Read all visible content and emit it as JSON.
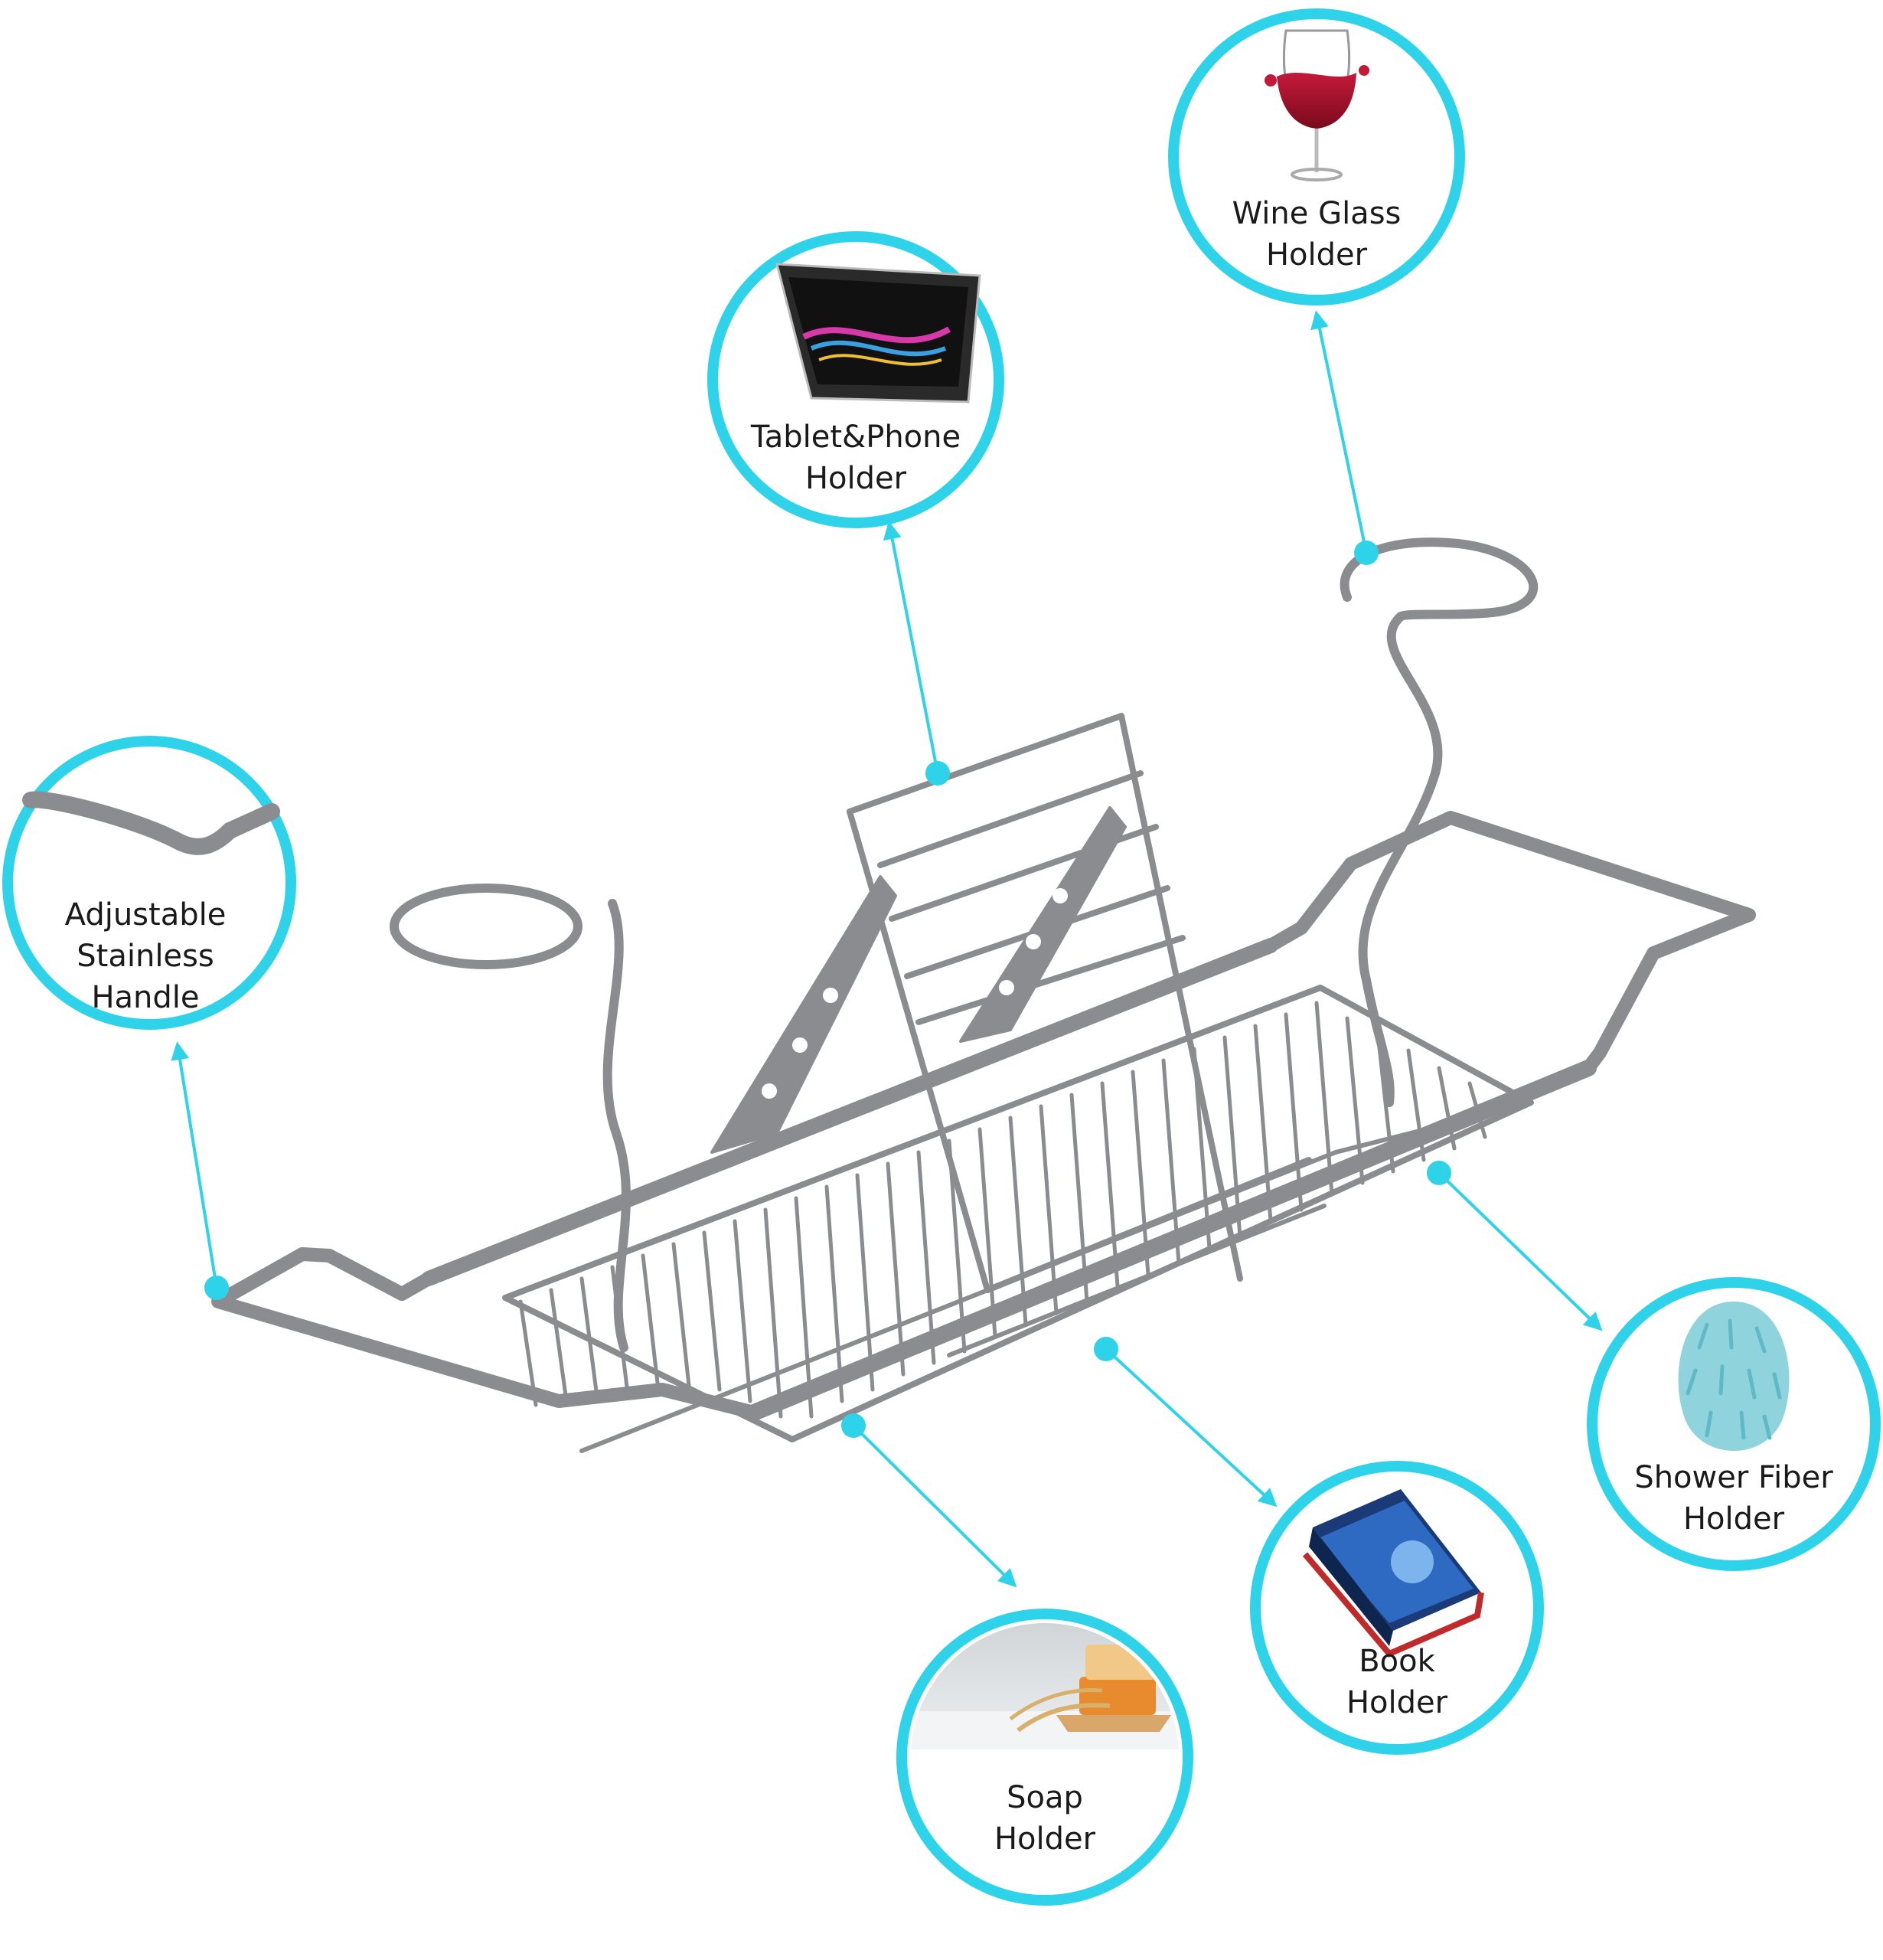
{
  "accent_color": "#2ed3ea",
  "rack_color": "#8a8c8f",
  "callouts": {
    "wine": {
      "line1": "Wine Glass",
      "line2": "Holder",
      "icon": "wine-glass-icon"
    },
    "tablet": {
      "line1": "Tablet&Phone",
      "line2": "Holder",
      "icon": "tablet-icon"
    },
    "handle": {
      "line1": "Adjustable",
      "line2": "Stainless",
      "line3": "Handle",
      "icon": "handle-bar-icon"
    },
    "fiber": {
      "line1": "Shower Fiber",
      "line2": "Holder",
      "icon": "shower-fiber-icon"
    },
    "book": {
      "line1": "Book",
      "line2": "Holder",
      "icon": "book-icon"
    },
    "soap": {
      "line1": "Soap",
      "line2": "Holder",
      "icon": "soap-icon"
    }
  }
}
